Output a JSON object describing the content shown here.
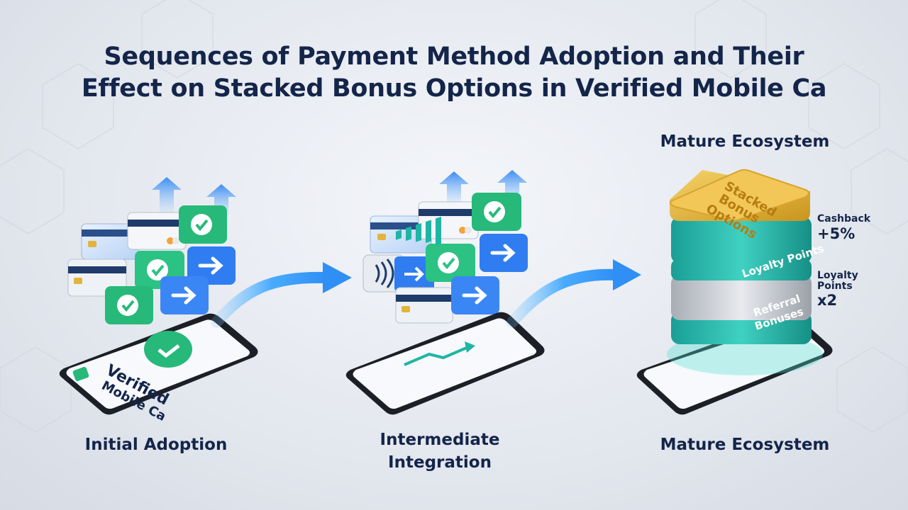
{
  "title": {
    "line1": "Sequences of Payment Method Adoption and Their",
    "line2": "Effect on Stacked Bonus Options in Verified Mobile Ca"
  },
  "stages": [
    {
      "label": "Initial Adoption"
    },
    {
      "label_line1": "Intermediate",
      "label_line2": "Integration"
    },
    {
      "label": "Mature Ecosystem",
      "top_label": "Mature Ecosystem"
    }
  ],
  "phone1": {
    "screen_text_line1": "Verified",
    "screen_text_line2": "Mobile Ca"
  },
  "stack": {
    "top_line1": "Stacked",
    "top_line2": "Bonus",
    "top_line3": "Options",
    "layer_loyalty": "Loyalty Points",
    "layer_referral_line1": "Referral",
    "layer_referral_line2": "Bonuses"
  },
  "side_notes": {
    "cashback_label": "Cashback",
    "cashback_value": "+5%",
    "loyalty_label_line1": "Loyalty",
    "loyalty_label_line2": "Points",
    "loyalty_value": "x2"
  },
  "colors": {
    "navy": "#14254a",
    "teal": "#1fb5a5",
    "green": "#27b97a",
    "blue": "#2f7df0",
    "gold": "#e2b43c",
    "arrow": "#3aa0ff"
  }
}
